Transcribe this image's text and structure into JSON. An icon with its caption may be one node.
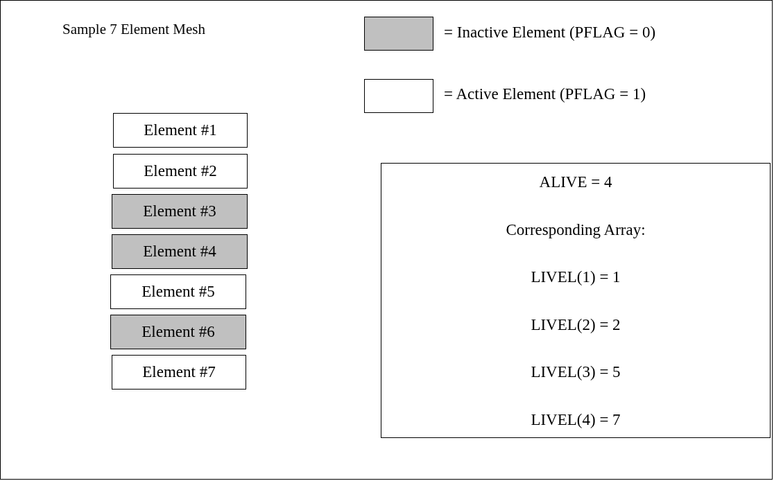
{
  "diagram": {
    "title": "Sample 7 Element Mesh",
    "nodes": [
      {
        "text": [
          "Element #1"
        ]
      },
      {
        "text": [
          "Element #2"
        ]
      },
      {
        "text": [
          "Element #3"
        ]
      },
      {
        "text": [
          "Element #4"
        ]
      },
      {
        "text": [
          "Element #5"
        ]
      },
      {
        "text": [
          "Element #6"
        ]
      },
      {
        "text": [
          "Element #7"
        ]
      },
      {
        "text": [
          "ALIVE = 4",
          "Corresponding Array:",
          "LIVEL(1) = 1",
          "LIVEL(2) = 2",
          "LIVEL(3) = 5",
          "LIVEL(4) = 7"
        ]
      }
    ],
    "edges": [],
    "legend": [
      {
        "text": "= Inactive Element (PFLAG = 0)",
        "color": "#c0c0c0"
      },
      {
        "text": "= Active Element (PFLAG = 1)",
        "color": "#ffffff"
      }
    ]
  }
}
